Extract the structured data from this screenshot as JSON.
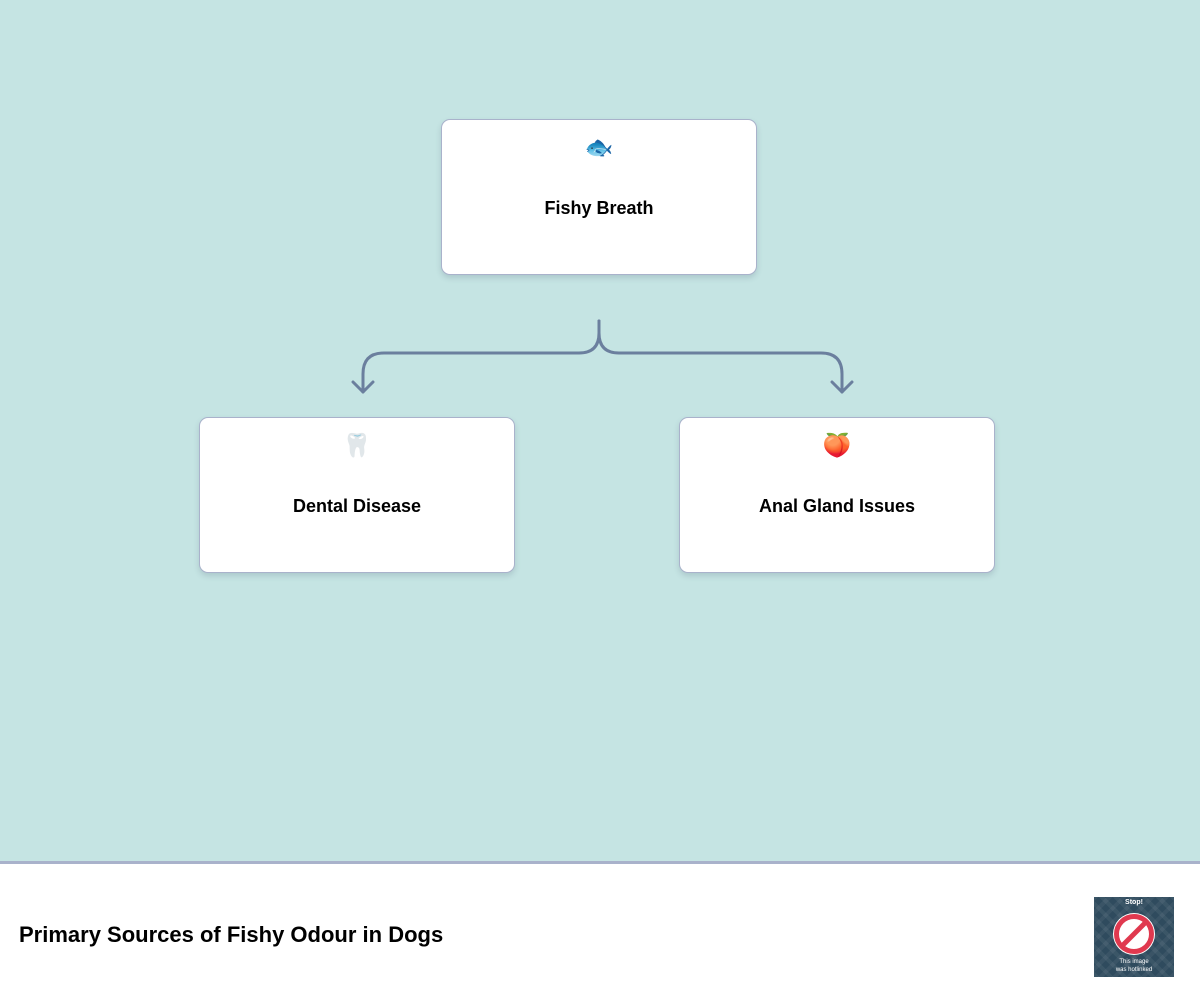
{
  "diagram": {
    "root": {
      "emoji": "🐟",
      "label": "Fishy Breath"
    },
    "children": [
      {
        "emoji": "🦷",
        "label": "Dental Disease"
      },
      {
        "emoji": "🍑",
        "label": "Anal Gland Issues"
      }
    ]
  },
  "footer": {
    "title": "Primary Sources of Fishy Odour in Dogs",
    "badge": {
      "top_text": "Stop!",
      "bottom_line1": "This image",
      "bottom_line2": "was hotlinked",
      "icon": "prohibited-icon"
    }
  },
  "colors": {
    "canvas_background": "#c5e4e3",
    "node_border": "#a9b2cb",
    "connector": "#6b7f9e"
  }
}
